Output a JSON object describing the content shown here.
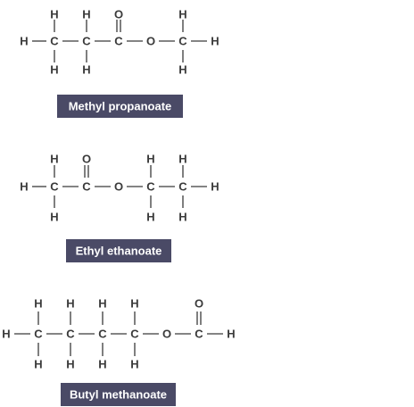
{
  "colors": {
    "atom": "#3a3a3a",
    "label_background": "#4a4a66",
    "label_text": "#ffffff"
  },
  "molecules": [
    {
      "name": "Methyl propanoate",
      "atoms": [
        "H",
        "H",
        "O",
        "H",
        "H",
        "C",
        "C",
        "C",
        "O",
        "C",
        "H",
        "H",
        "H",
        "H"
      ]
    },
    {
      "name": "Ethyl ethanoate",
      "atoms": [
        "H",
        "O",
        "H",
        "H",
        "H",
        "C",
        "C",
        "O",
        "C",
        "C",
        "H",
        "H",
        "H",
        "H"
      ]
    },
    {
      "name": "Butyl methanoate",
      "atoms": [
        "H",
        "H",
        "H",
        "H",
        "O",
        "H",
        "C",
        "C",
        "C",
        "C",
        "O",
        "C",
        "H",
        "H",
        "H",
        "H",
        "H"
      ]
    }
  ]
}
